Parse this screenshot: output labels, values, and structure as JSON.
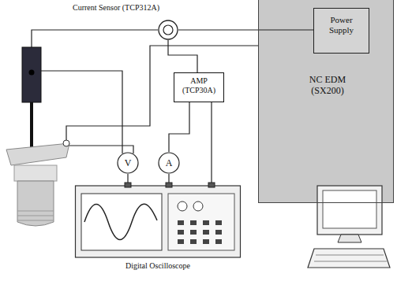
{
  "diagram": {
    "nodes": [
      {
        "text": [
          "Current Sensor (TCP312A)"
        ]
      },
      {
        "text": [
          "NC EDM (SX200)"
        ]
      },
      {
        "text": [
          "Power Supply"
        ],
        "in": 1
      },
      {
        "text": [
          "AMP (TCP30A)"
        ]
      },
      {
        "text": [
          "V"
        ]
      },
      {
        "text": [
          "A"
        ]
      },
      {
        "text": [
          "Digital Oscilloscope"
        ]
      }
    ],
    "edges": [
      {
        "from": 0,
        "to": 2,
        "arrow": "none"
      },
      {
        "from": 0,
        "to": 3,
        "arrow": "none"
      },
      {
        "from": 3,
        "to": 5,
        "arrow": "none"
      },
      {
        "from": 5,
        "to": 6,
        "arrow": "none"
      },
      {
        "from": 4,
        "to": 6,
        "arrow": "none"
      },
      {
        "from": 3,
        "to": 6,
        "arrow": "none"
      }
    ]
  }
}
